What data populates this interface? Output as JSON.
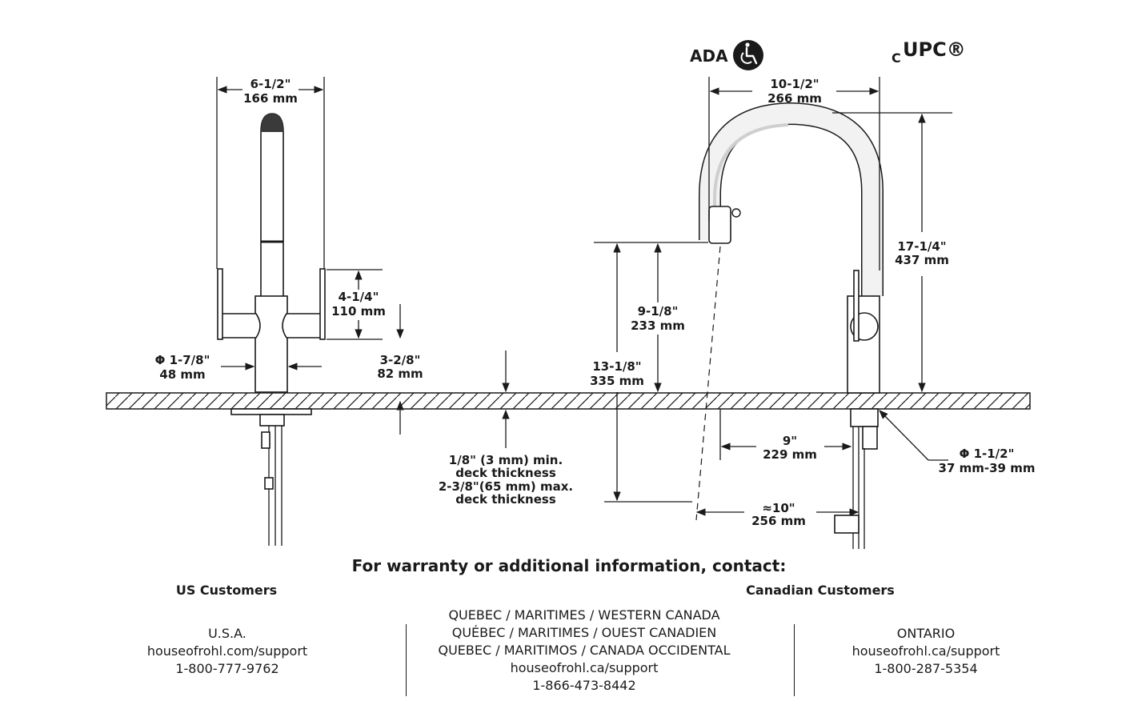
{
  "certifications": {
    "ada_label": "ADA",
    "ada_icon": "wheelchair-icon",
    "cupc_prefix": "C",
    "cupc_label": "UPC®"
  },
  "left_faucet": {
    "width": {
      "imperial": "6-1/2\"",
      "metric": "166 mm"
    },
    "handle_height": {
      "imperial": "4-1/4\"",
      "metric": "110 mm"
    },
    "base_diameter": {
      "imperial": "Φ 1-7/8\"",
      "metric": "48 mm"
    },
    "base_height": {
      "imperial": "3-2/8\"",
      "metric": "82 mm"
    }
  },
  "deck": {
    "line1": "1/8\" (3 mm) min.",
    "line2": "deck thickness",
    "line3": "2-3/8\"(65 mm) max.",
    "line4": "deck thickness"
  },
  "right_faucet": {
    "width": {
      "imperial": "10-1/2\"",
      "metric": "266 mm"
    },
    "total_height": {
      "imperial": "17-1/4\"",
      "metric": "437 mm"
    },
    "spout_height": {
      "imperial": "9-1/8\"",
      "metric": "233 mm"
    },
    "spray_height": {
      "imperial": "13-1/8\"",
      "metric": "335 mm"
    },
    "reach": {
      "imperial": "9\"",
      "metric": "229 mm"
    },
    "spray_reach": {
      "imperial": "≈10\"",
      "metric": "256 mm"
    },
    "hole_diameter": {
      "imperial": "Φ 1-1/2\"",
      "metric": "37 mm-39 mm"
    }
  },
  "contact": {
    "heading": "For warranty or additional information, contact:",
    "us_heading": "US Customers",
    "ca_heading": "Canadian Customers",
    "us": {
      "region": "U.S.A.",
      "web": "houseofrohl.com/support",
      "phone": "1-800-777-9762"
    },
    "quebec": {
      "line1": "QUEBEC / MARITIMES / WESTERN CANADA",
      "line2": "QUÉBEC / MARITIMES / OUEST CANADIEN",
      "line3": "QUEBEC / MARITIMOS / CANADA OCCIDENTAL",
      "web": "houseofrohl.ca/support",
      "phone": "1-866-473-8442"
    },
    "ontario": {
      "region": "ONTARIO",
      "web": "houseofrohl.ca/support",
      "phone": "1-800-287-5354"
    }
  }
}
